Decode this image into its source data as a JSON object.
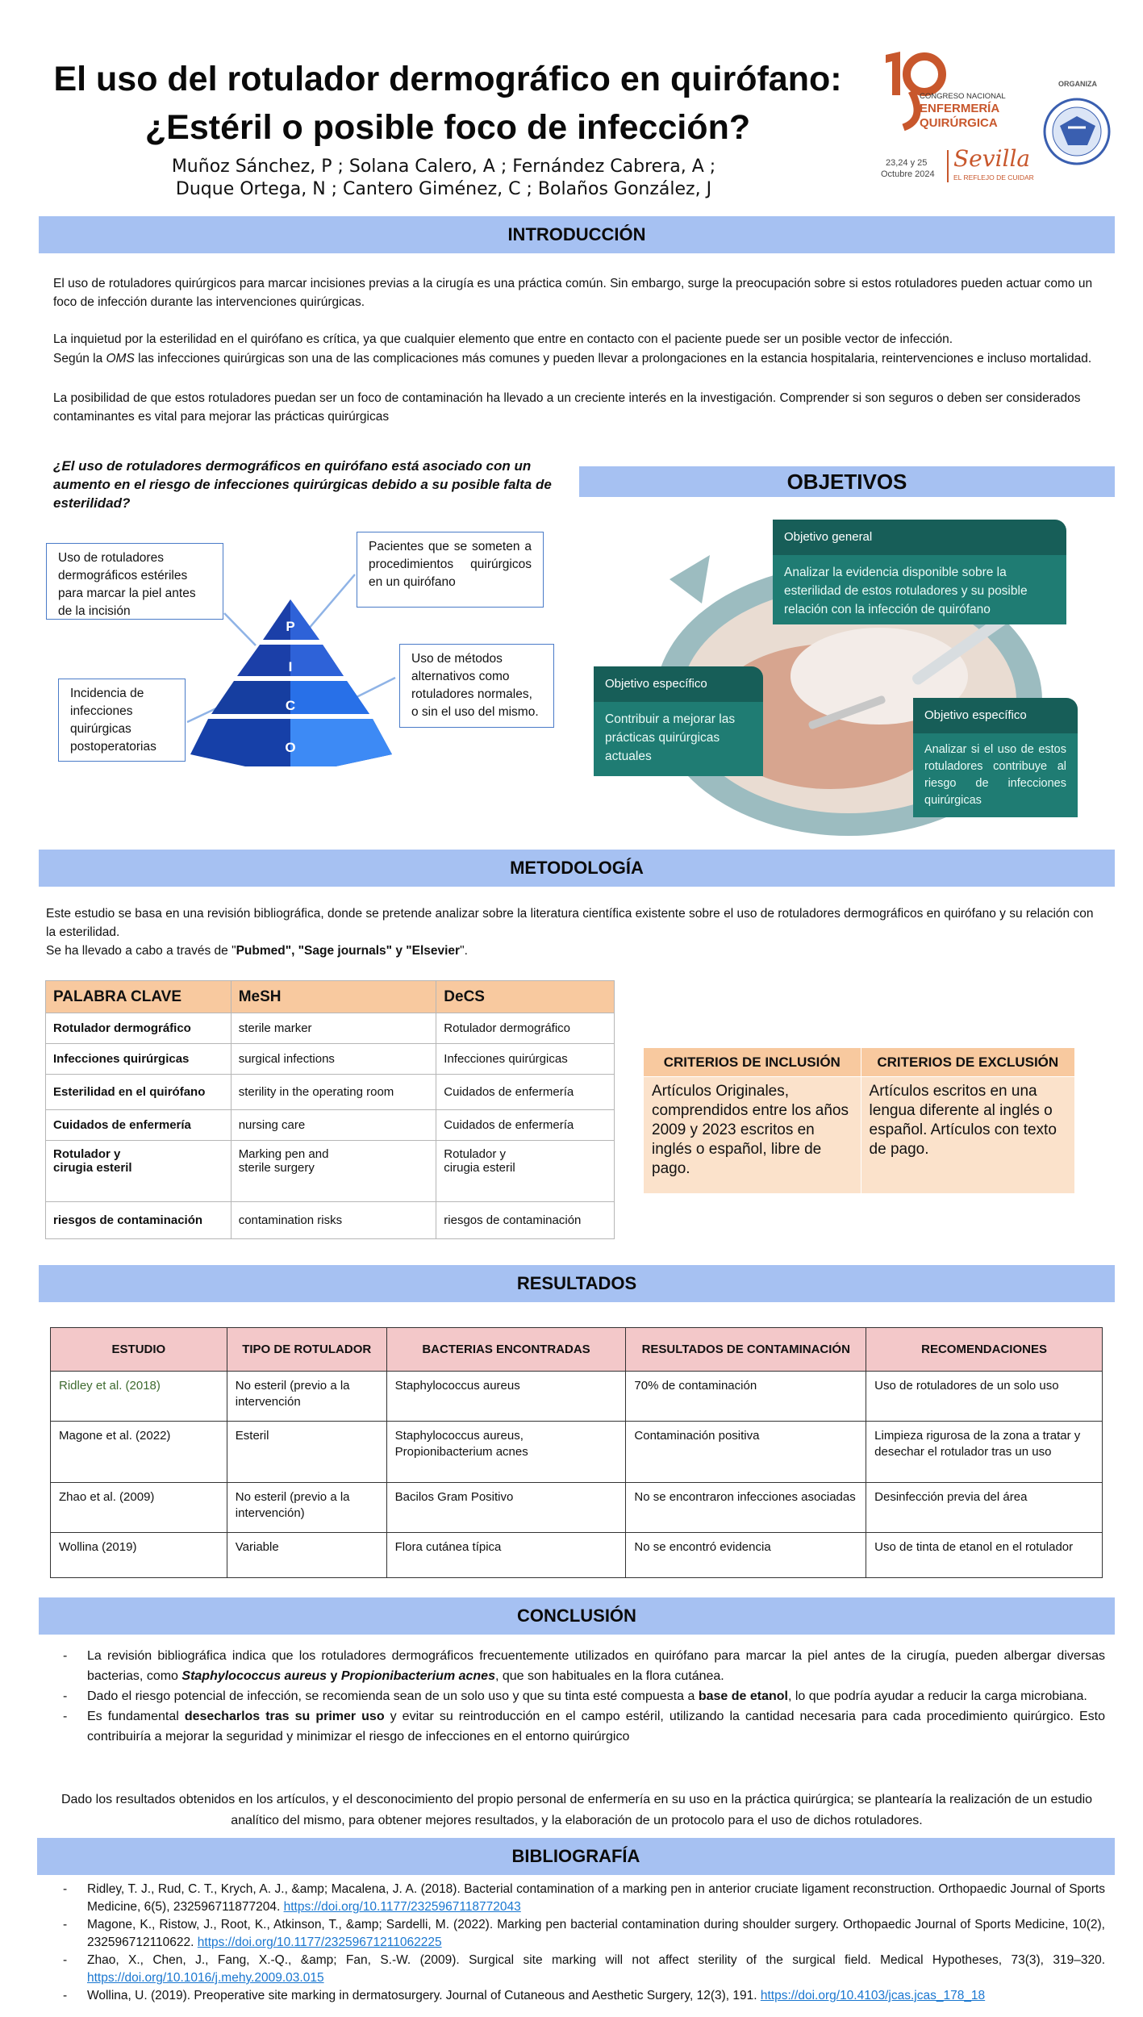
{
  "header": {
    "title_line1": "El uso del rotulador dermográfico en quirófano:",
    "title_line2": "¿Estéril o posible foco de infección?",
    "authors_line1": "Muñoz Sánchez, P ; Solana Calero, A ; Fernández Cabrera, A ;",
    "authors_line2": "Duque Ortega, N ; Cantero Giménez, C ; Bolaños González, J"
  },
  "logo": {
    "number": "19",
    "line1": "CONGRESO NACIONAL",
    "line2": "ENFERMERÍA",
    "line3": "QUIRÚRGICA",
    "dates": "23,24 y 25",
    "month": "Octubre 2024",
    "city": "Sevilla",
    "slogan": "EL REFLEJO DE CUIDAR",
    "organiza": "ORGANIZA"
  },
  "intro": {
    "heading": "INTRODUCCIÓN",
    "p1": "El uso de rotuladores quirúrgicos para marcar incisiones previas a la cirugía es una práctica común. Sin embargo, surge la preocupación sobre si estos rotuladores pueden actuar como un foco de infección durante las intervenciones quirúrgicas.",
    "p2": "La inquietud por la esterilidad en el quirófano es crítica, ya que cualquier elemento que entre en contacto con el paciente puede ser un posible vector de infección.",
    "p3a": "Según la ",
    "p3b": "OMS",
    "p3c": " las infecciones quirúrgicas son una de las complicaciones más comunes y pueden llevar a prolongaciones en la estancia hospitalaria, reintervenciones e incluso mortalidad.",
    "p4": "La posibilidad de que estos rotuladores puedan ser un foco de contaminación ha llevado a un creciente interés en la investigación. Comprender si son seguros o deben ser considerados contaminantes es vital para mejorar las prácticas quirúrgicas",
    "question": "¿El uso de rotuladores dermográficos en quirófano está asociado con un aumento en el riesgo de infecciones quirúrgicas debido a su posible falta de esterilidad?"
  },
  "pico": {
    "letters": [
      "P",
      "I",
      "C",
      "O"
    ],
    "p_box": "Pacientes que se someten a procedimientos quirúrgicos en un quirófano",
    "i_box": "Uso de rotuladores dermográficos estériles para marcar la piel antes de la incisión",
    "c_box": "Uso de métodos alternativos como rotuladores normales, o sin el uso del mismo.",
    "o_box": "Incidencia de infecciones quirúrgicas postoperatorias"
  },
  "objetivos": {
    "heading": "OBJETIVOS",
    "general_title": "Objetivo general",
    "general_text": "Analizar la evidencia disponible sobre la esterilidad de estos rotuladores y su posible relación con la infección de quirófano",
    "esp1_title": "Objetivo específico",
    "esp1_text": "Contribuir a mejorar las prácticas quirúrgicas actuales",
    "esp2_title": "Objetivo específico",
    "esp2_text": "Analizar si el uso de estos rotuladores contribuye al riesgo de infecciones quirúrgicas"
  },
  "metodologia": {
    "heading": "METODOLOGÍA",
    "p1": "Este estudio se basa en una revisión bibliográfica, donde se pretende analizar sobre la literatura científica existente sobre el uso de rotuladores dermográficos en quirófano y su relación con la esterilidad.",
    "p2a": "Se ha llevado a cabo a través de \"",
    "p2b": "Pubmed\", \"Sage journals\" y \"Elsevier",
    "p2c": "\".",
    "keywords_headers": [
      "PALABRA CLAVE",
      "MeSH",
      "DeCS"
    ],
    "keywords": [
      [
        "Rotulador dermográfico",
        "sterile marker",
        "Rotulador dermográfico"
      ],
      [
        "Infecciones quirúrgicas",
        "surgical infections",
        "Infecciones quirúrgicas"
      ],
      [
        "Esterilidad en el quirófano",
        "sterility in the operating room",
        "Cuidados de enfermería"
      ],
      [
        "Cuidados de enfermería",
        "nursing care",
        "Cuidados de enfermería"
      ],
      [
        "Rotulador y\ncirugia esteril",
        "Marking pen and\nsterile surgery",
        "Rotulador y\ncirugia esteril"
      ],
      [
        "riesgos de contaminación",
        "contamination risks",
        "riesgos de contaminación"
      ]
    ],
    "criteria_headers": [
      "CRITERIOS DE INCLUSIÓN",
      "CRITERIOS DE EXCLUSIÓN"
    ],
    "inclusion": "Artículos Originales, comprendidos entre los años 2009 y 2023 escritos en inglés o español, libre de pago.",
    "exclusion": "Artículos escritos en una lengua diferente al inglés o español. Artículos con texto de pago."
  },
  "resultados": {
    "heading": "RESULTADOS",
    "headers": [
      "ESTUDIO",
      "TIPO DE ROTULADOR",
      "BACTERIAS ENCONTRADAS",
      "RESULTADOS DE CONTAMINACIÓN",
      "RECOMENDACIONES"
    ],
    "rows": [
      [
        "Ridley et al. (2018)",
        "No esteril (previo a la intervención",
        "Staphylococcus aureus",
        "70% de contaminación",
        "Uso de rotuladores de un solo uso"
      ],
      [
        "Magone et al. (2022)",
        "Esteril",
        "Staphylococcus aureus,\nPropionibacterium acnes",
        "Contaminación positiva",
        "Limpieza rigurosa de la zona a tratar y desechar el rotulador tras un uso"
      ],
      [
        "Zhao et al. (2009)",
        "No esteril (previo a la intervención)",
        "Bacilos Gram Positivo",
        "No se encontraron infecciones asociadas",
        "Desinfección previa del área"
      ],
      [
        "Wollina (2019)",
        "Variable",
        "Flora cutánea típica",
        "No se encontró evidencia",
        "Uso de tinta de etanol en el rotulador"
      ]
    ]
  },
  "conclusion": {
    "heading": "CONCLUSIÓN",
    "b1a": "La revisión bibliográfica indica que los rotuladores dermográficos frecuentemente utilizados en quirófano para marcar la piel antes de la cirugía, pueden albergar diversas bacterias, como ",
    "b1b": "Staphylococcus aureus",
    "b1c": " y ",
    "b1d": "Propionibacterium acnes",
    "b1e": ", que son habituales en la flora cutánea.",
    "b2a": "Dado el riesgo potencial de infección, se recomienda sean de un solo uso y que su tinta esté compuesta a ",
    "b2b": "base de etanol",
    "b2c": ", lo que podría ayudar a reducir la carga microbiana.",
    "b3a": "Es fundamental ",
    "b3b": "desecharlos tras su primer uso",
    "b3c": " y evitar su reintroducción en el campo estéril, utilizando la cantidad necesaria para cada procedimiento quirúrgico. Esto contribuiría a mejorar la seguridad y minimizar el riesgo de infecciones en el entorno quirúrgico",
    "final": "Dado los resultados obtenidos en los artículos, y el desconocimiento del propio personal de enfermería en su uso en la práctica quirúrgica; se plantearía la realización de un estudio analítico del mismo, para obtener mejores resultados, y la elaboración de un protocolo para el uso de dichos rotuladores."
  },
  "bibliografia": {
    "heading": "BIBLIOGRAFÍA",
    "refs": [
      {
        "text": "Ridley, T. J., Rud, C. T., Krych, A. J., &amp; Macalena, J. A. (2018). Bacterial contamination of a marking pen in anterior cruciate ligament reconstruction. Orthopaedic Journal of Sports Medicine, 6(5), 232596711877204. ",
        "link": "https://doi.org/10.1177/2325967118772043"
      },
      {
        "text": "Magone, K., Ristow, J., Root, K., Atkinson, T., &amp; Sardelli, M. (2022). Marking pen bacterial contamination during shoulder surgery. Orthopaedic Journal of Sports Medicine, 10(2), 232596712110622. ",
        "link": "https://doi.org/10.1177/23259671211062225"
      },
      {
        "text": "Zhao, X., Chen, J., Fang, X.-Q., &amp; Fan, S.-W. (2009). Surgical site marking will not affect sterility of the surgical field. Medical Hypotheses, 73(3), 319–320. ",
        "link": "https://doi.org/10.1016/j.mehy.2009.03.015"
      },
      {
        "text": "Wollina, U. (2019). Preoperative site marking in dermatosurgery. Journal of Cutaneous and Aesthetic Surgery, 12(3), 191. ",
        "link": "https://doi.org/10.4103/jcas.jcas_178_18"
      }
    ]
  }
}
